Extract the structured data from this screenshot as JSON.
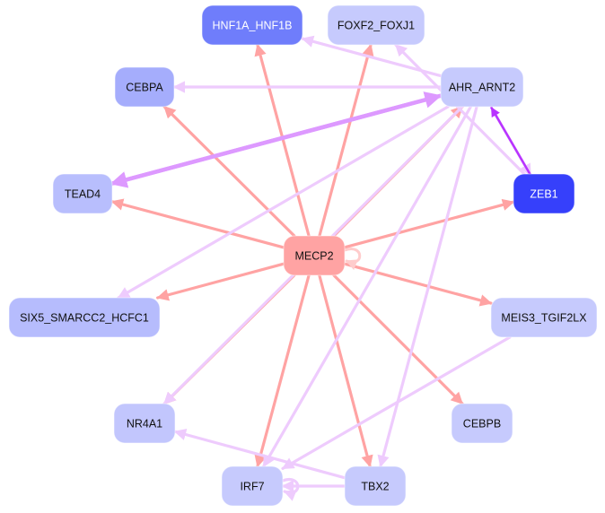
{
  "graph": {
    "type": "directed-network",
    "colors": {
      "background": "#ffffff",
      "edge_from_center": "#ffa3a3",
      "edge_regular": "#eecbfd",
      "edge_strong": "#dd99ff",
      "edge_strongest": "#b833ff",
      "self_loop_center": "#ffcccc",
      "label_dark": "#111111",
      "label_light": "#ffffff"
    },
    "nodes": [
      {
        "id": "HNF1A_HNF1B",
        "label": "HNF1A_HNF1B",
        "fill": "#6f7dfb",
        "text": "light"
      },
      {
        "id": "FOXF2_FOXJ1",
        "label": "FOXF2_FOXJ1",
        "fill": "#c6cafd",
        "text": "dark"
      },
      {
        "id": "CEBPA",
        "label": "CEBPA",
        "fill": "#a5adfc",
        "text": "dark"
      },
      {
        "id": "AHR_ARNT2",
        "label": "AHR_ARNT2",
        "fill": "#c6cafd",
        "text": "dark"
      },
      {
        "id": "TEAD4",
        "label": "TEAD4",
        "fill": "#b8befd",
        "text": "dark"
      },
      {
        "id": "ZEB1",
        "label": "ZEB1",
        "fill": "#3640fb",
        "text": "light"
      },
      {
        "id": "MECP2",
        "label": "MECP2",
        "fill": "#ffa3a3",
        "text": "dark"
      },
      {
        "id": "SIX5_SMARCC2_HCFC1",
        "label": "SIX5_SMARCC2_HCFC1",
        "fill": "#b6bcfd",
        "text": "dark"
      },
      {
        "id": "MEIS3_TGIF2LX",
        "label": "MEIS3_TGIF2LX",
        "fill": "#c6cafd",
        "text": "dark"
      },
      {
        "id": "NR4A1",
        "label": "NR4A1",
        "fill": "#c2c6fd",
        "text": "dark"
      },
      {
        "id": "CEBPB",
        "label": "CEBPB",
        "fill": "#c6cafd",
        "text": "dark"
      },
      {
        "id": "IRF7",
        "label": "IRF7",
        "fill": "#c6cafd",
        "text": "dark"
      },
      {
        "id": "TBX2",
        "label": "TBX2",
        "fill": "#c6cafd",
        "text": "dark"
      }
    ],
    "edges": [
      {
        "source": "MECP2",
        "target": "HNF1A_HNF1B",
        "style": "center"
      },
      {
        "source": "MECP2",
        "target": "FOXF2_FOXJ1",
        "style": "center"
      },
      {
        "source": "MECP2",
        "target": "CEBPA",
        "style": "center"
      },
      {
        "source": "MECP2",
        "target": "AHR_ARNT2",
        "style": "center"
      },
      {
        "source": "MECP2",
        "target": "TEAD4",
        "style": "center"
      },
      {
        "source": "MECP2",
        "target": "ZEB1",
        "style": "center"
      },
      {
        "source": "MECP2",
        "target": "SIX5_SMARCC2_HCFC1",
        "style": "center"
      },
      {
        "source": "MECP2",
        "target": "MEIS3_TGIF2LX",
        "style": "center"
      },
      {
        "source": "MECP2",
        "target": "NR4A1",
        "style": "center"
      },
      {
        "source": "MECP2",
        "target": "CEBPB",
        "style": "center"
      },
      {
        "source": "MECP2",
        "target": "IRF7",
        "style": "center"
      },
      {
        "source": "MECP2",
        "target": "TBX2",
        "style": "center"
      },
      {
        "source": "MECP2",
        "target": "MECP2",
        "style": "center-loop"
      },
      {
        "source": "AHR_ARNT2",
        "target": "HNF1A_HNF1B",
        "style": "regular"
      },
      {
        "source": "AHR_ARNT2",
        "target": "CEBPA",
        "style": "regular"
      },
      {
        "source": "AHR_ARNT2",
        "target": "TEAD4",
        "style": "strong"
      },
      {
        "source": "TEAD4",
        "target": "AHR_ARNT2",
        "style": "strong"
      },
      {
        "source": "AHR_ARNT2",
        "target": "SIX5_SMARCC2_HCFC1",
        "style": "regular"
      },
      {
        "source": "AHR_ARNT2",
        "target": "NR4A1",
        "style": "regular"
      },
      {
        "source": "AHR_ARNT2",
        "target": "IRF7",
        "style": "regular"
      },
      {
        "source": "AHR_ARNT2",
        "target": "TBX2",
        "style": "regular"
      },
      {
        "source": "AHR_ARNT2",
        "target": "ZEB1",
        "style": "regular"
      },
      {
        "source": "ZEB1",
        "target": "AHR_ARNT2",
        "style": "strongest"
      },
      {
        "source": "ZEB1",
        "target": "FOXF2_FOXJ1",
        "style": "regular"
      },
      {
        "source": "MEIS3_TGIF2LX",
        "target": "IRF7",
        "style": "regular"
      },
      {
        "source": "TBX2",
        "target": "NR4A1",
        "style": "regular"
      },
      {
        "source": "TBX2",
        "target": "IRF7",
        "style": "regular"
      },
      {
        "source": "IRF7",
        "target": "IRF7",
        "style": "regular-loop"
      }
    ]
  }
}
